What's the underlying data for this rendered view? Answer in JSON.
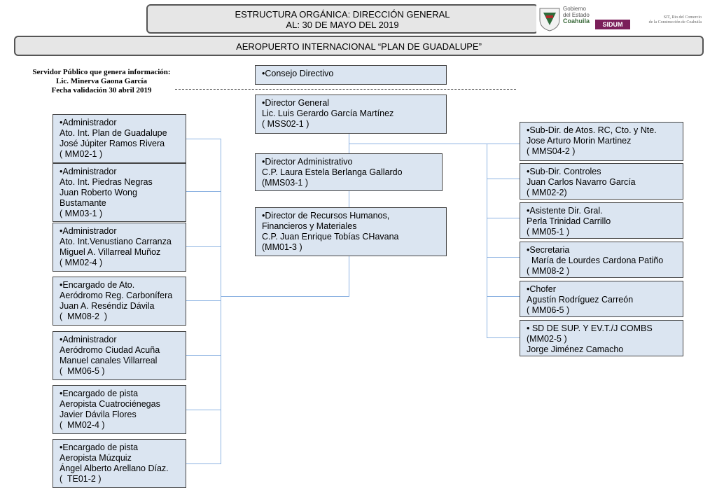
{
  "header": {
    "title_line1": "ESTRUCTURA ORGÁNICA:  DIRECCIÓN GENERAL",
    "title_line2": "AL: 30  DE MAYO DEL 2019",
    "airport": "AEROPUERTO INTERNACIONAL “PLAN DE GUADALUPE”"
  },
  "logos": {
    "coahuila_line1": "Gobierno",
    "coahuila_line2": "del Estado",
    "coahuila_name": "Coahuila",
    "sidum": "SIDUM",
    "right_line1": "SIT, Rio del Comercio",
    "right_line2": "de la Construcción de Coahuila"
  },
  "info": {
    "line1": "Servidor Público que genera información:",
    "line2": "Lic. Minerva Gaona García",
    "line3": "Fecha validación 30 abril 2019"
  },
  "colors": {
    "box_fill": "#dbe5f1",
    "connector": "#8db3e2",
    "banner_fill": "#e6e6e6"
  },
  "center": {
    "consejo": "•Consejo Directivo",
    "director_general": "•Director General\nLic. Luis Gerardo García Martínez\n( MSS02-1 )",
    "director_administrativo": "•Director Administrativo\nC.P. Laura Estela Berlanga Gallardo\n(MMS03-1 )",
    "director_rh": "•Director de Recursos Humanos,\nFinancieros y Materiales\nC.P. Juan Enrique Tobías CHavana\n(MM01-3 )"
  },
  "left_boxes": [
    "•Administrador\nAto. Int. Plan de Guadalupe\nJosé Júpiter Ramos Rivera\n( MM02-1 )",
    "•Administrador\nAto. Int. Piedras Negras\nJuan Roberto Wong\nBustamante\n( MM03-1 )",
    "•Administrador\nAto. Int.Venustiano Carranza\nMiguel A. Villarreal Muñoz\n( MM02-4 )",
    "•Encargado de Ato.\nAeródromo Reg. Carbonífera\nJuan A. Reséndiz Dávila\n(  MM08-2  )",
    "•Administrador\nAeródromo Ciudad Acuña\nManuel canales Villarreal\n(  MM06-5 )",
    "•Encargado de pista\nAeropista Cuatrociénegas\nJavier Dávila Flores\n(  MM02-4 )",
    "•Encargado de pista\nAeropista Múzquiz\nÁngel Alberto Arellano Díaz.\n(  TE01-2 )"
  ],
  "right_boxes": [
    "•Sub-Dir. de Atos. RC, Cto. y Nte.\nJose Arturo Morin Martinez\n( MMS04-2 )",
    "•Sub-Dir. Controles\nJuan Carlos Navarro García\n( MM02-2)",
    "•Asistente Dir. Gral.\nPerla Trinidad Carrillo\n( MM05-1 )",
    "•Secretaria\n  María de Lourdes Cardona Patiño\n( MM08-2 )",
    "•Chofer\nAgustín Rodríguez Carreón\n( MM06-5 )",
    "• SD DE SUP. Y EV.T./J COMBS\n(MM02-5 )\nJorge Jiménez Camacho"
  ]
}
